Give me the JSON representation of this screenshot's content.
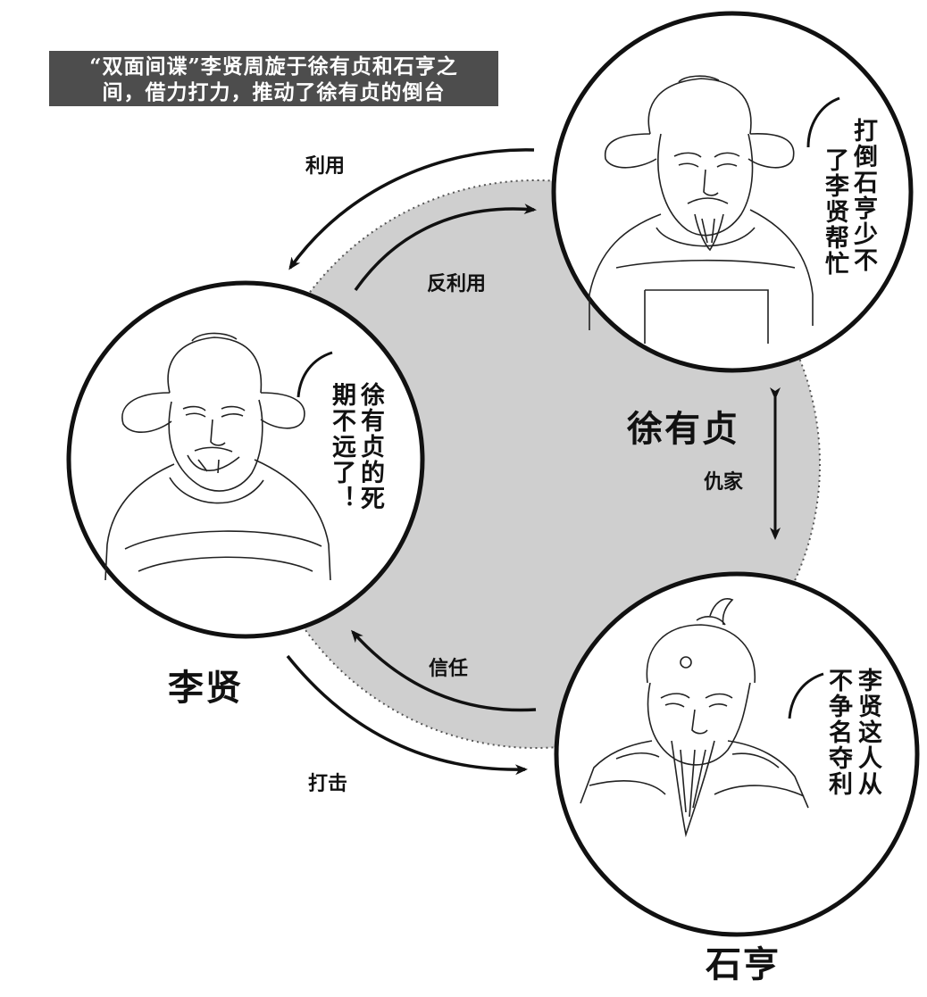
{
  "title": {
    "line1": "“双面间谍”李贤周旋于徐有贞和石亨之",
    "line2": "间，借力打力，推动了徐有贞的倒台"
  },
  "people": {
    "xu": {
      "name": "徐有贞",
      "speech_col1": "打倒石亨少不",
      "speech_col2": "了李贤帮忙"
    },
    "li": {
      "name": "李贤",
      "speech_col1": "徐有贞的死",
      "speech_col2": "期不远了！"
    },
    "shi": {
      "name": "石亨",
      "speech_col1": "李贤这人从",
      "speech_col2": "不争名夺利"
    }
  },
  "relations": {
    "use": "利用",
    "counter_use": "反利用",
    "enemies": "仇家",
    "trust": "信任",
    "attack": "打击"
  }
}
